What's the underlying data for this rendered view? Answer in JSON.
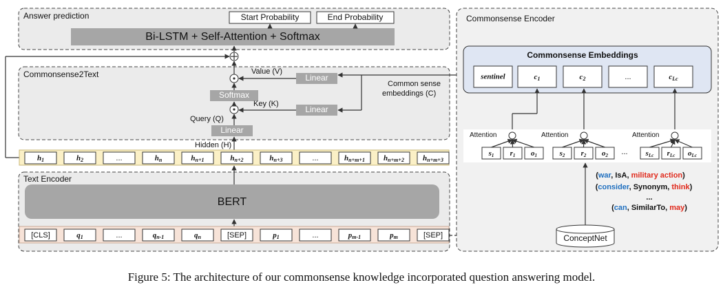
{
  "answer_prediction": {
    "title": "Answer prediction",
    "start_prob": "Start Probability",
    "end_prob": "End Probability",
    "bilstm": "Bi-LSTM + Self-Attention + Softmax"
  },
  "cs2text": {
    "title": "Commonsense2Text",
    "value_label": "Value (V)",
    "key_label": "Key (K)",
    "query_label": "Query (Q)",
    "hidden_label": "Hidden (H)",
    "linear": "Linear",
    "softmax": "Softmax",
    "cs_emb_label_1": "Common sense",
    "cs_emb_label_2": "embeddings (C)"
  },
  "hidden_tokens": [
    "h1",
    "h2",
    "...",
    "hn",
    "hn+1",
    "hn+2",
    "hn+3",
    "...",
    "hn+m+1",
    "hn+m+2",
    "hn+m+3"
  ],
  "text_encoder": {
    "title": "Text Encoder",
    "bert": "BERT",
    "tokens": [
      "[CLS]",
      "q1",
      "...",
      "qn-1",
      "qn",
      "[SEP]",
      "p1",
      "...",
      "pm-1",
      "pm",
      "[SEP]"
    ]
  },
  "commonsense_encoder": {
    "title": "Commonsense Encoder",
    "embeddings_title": "Commonsense Embeddings",
    "emb_items": [
      "sentinel",
      "c1",
      "c2",
      "...",
      "cLc"
    ],
    "attention": "Attention",
    "triples": [
      "s1",
      "r1",
      "o1",
      "s2",
      "r2",
      "o2",
      "...",
      "sLc",
      "rLc",
      "oLc"
    ],
    "kg_line1": [
      "(",
      "war",
      ", IsA, ",
      "military action",
      ")"
    ],
    "kg_line2": [
      "(",
      "consider",
      ", Synonym, ",
      "think",
      ")"
    ],
    "kg_line3": "...",
    "kg_line4": [
      "(",
      "can",
      ", SimilarTo, ",
      "may",
      ")"
    ],
    "conceptnet": "ConceptNet"
  },
  "caption": "Figure 5: The architecture of our commonsense knowledge incorporated question answering model."
}
